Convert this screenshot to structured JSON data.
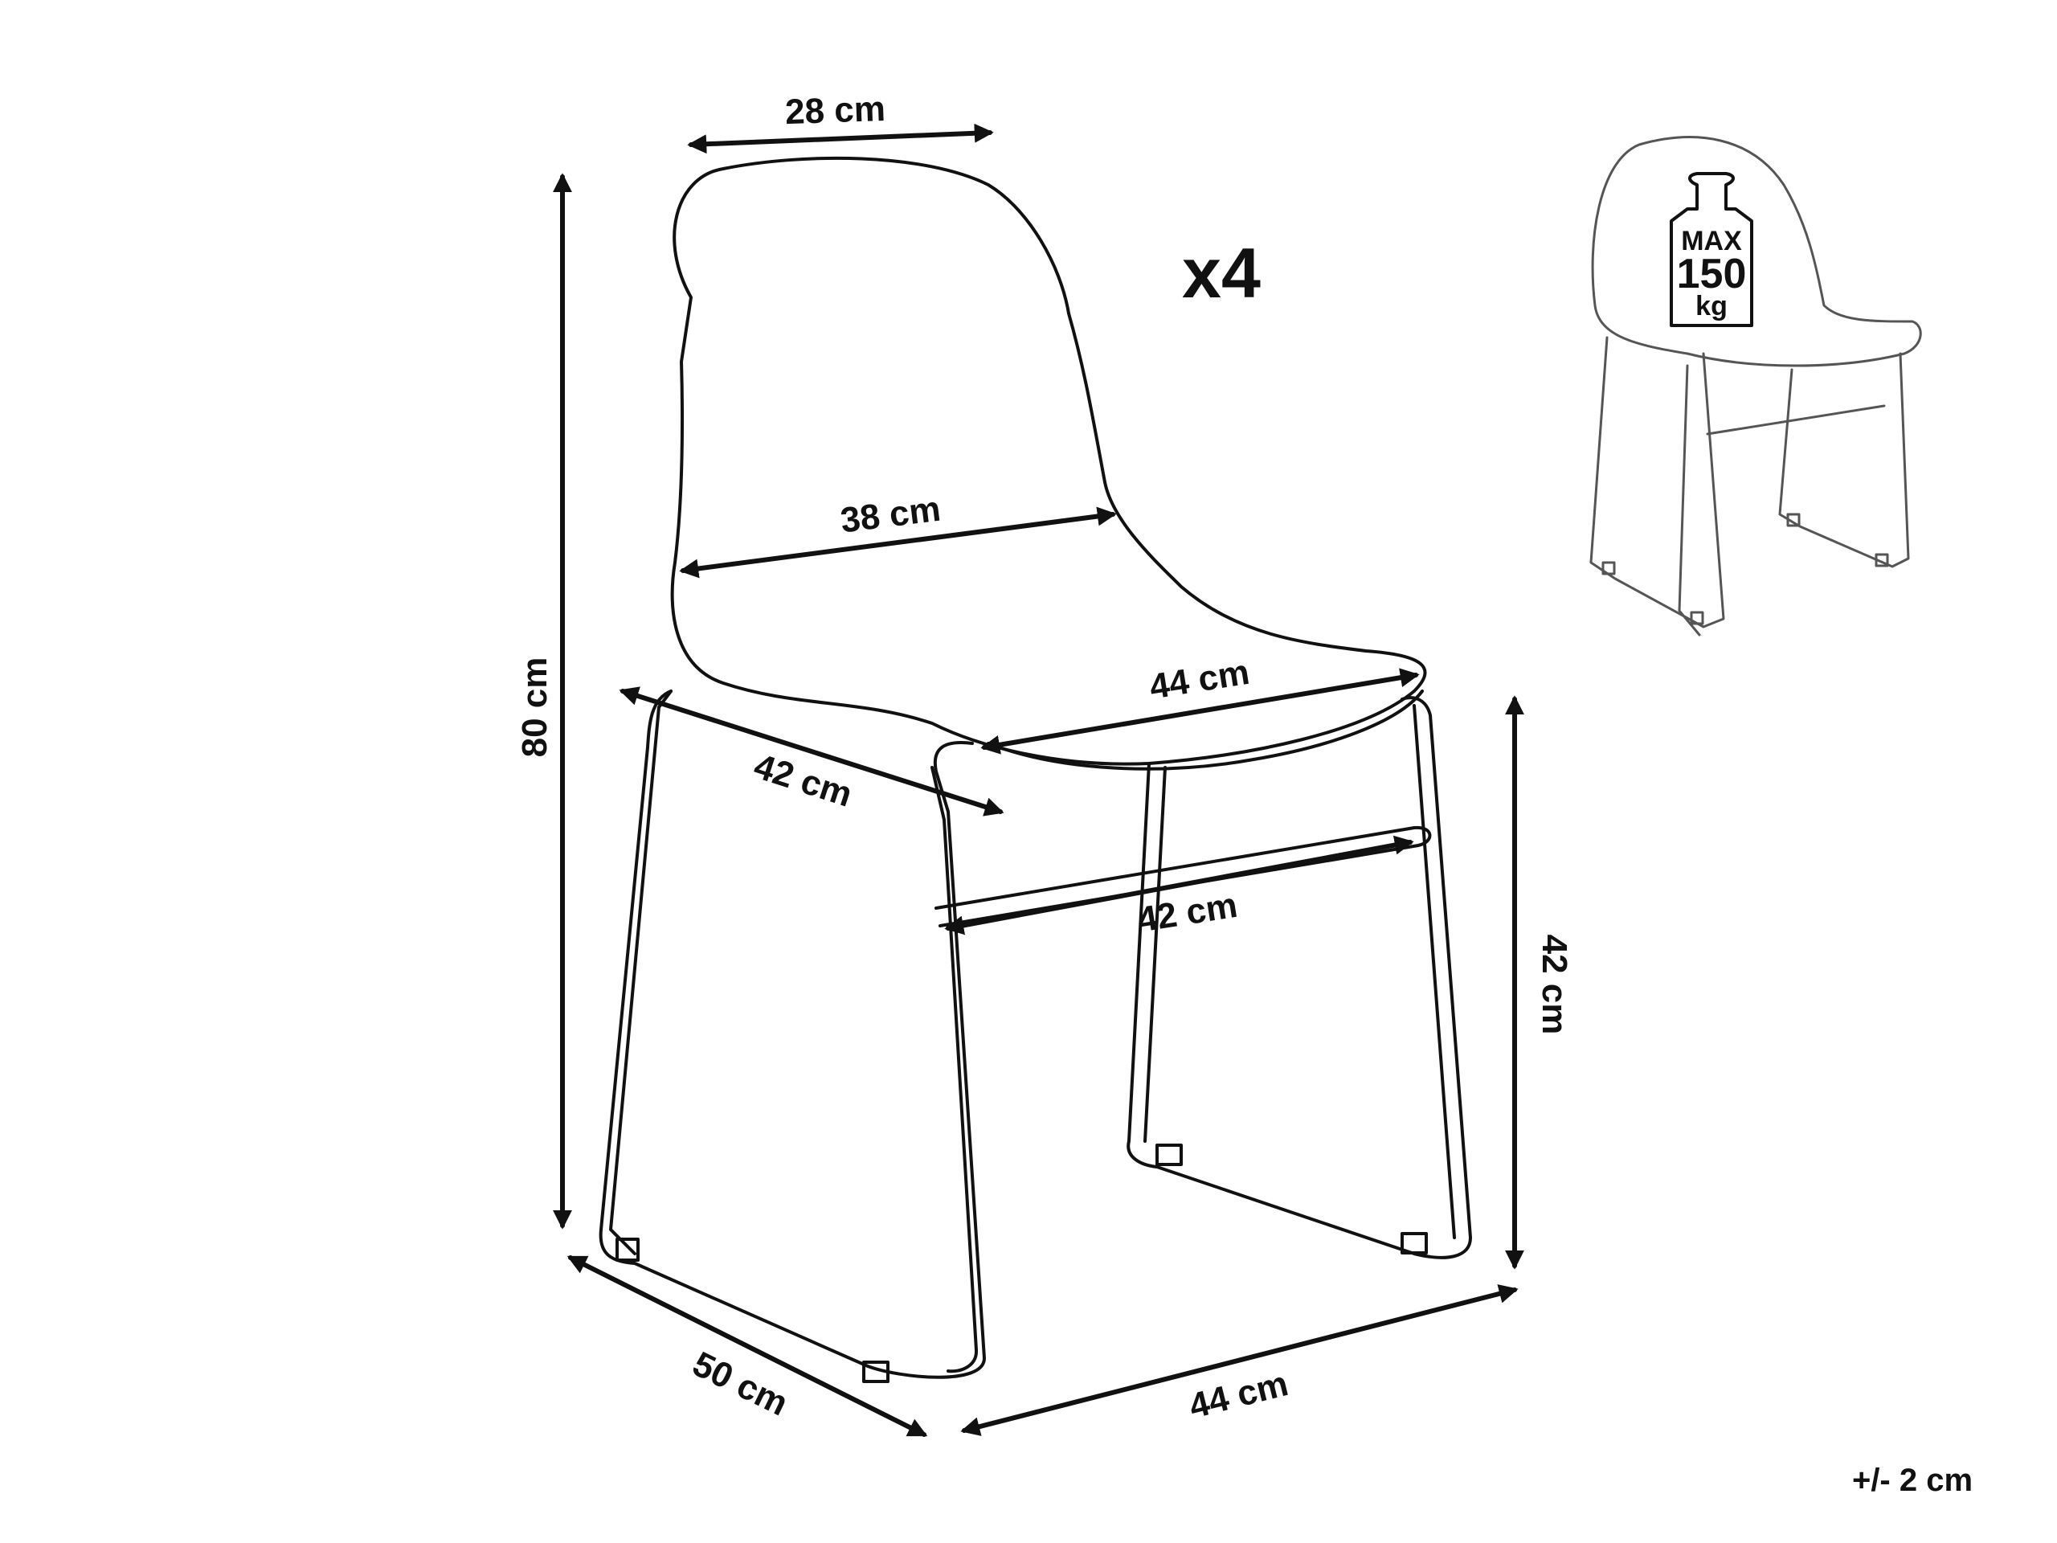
{
  "diagram": {
    "quantity_label": "x4",
    "tolerance_label": "+/- 2 cm",
    "dimensions": {
      "back_top_width": "28 cm",
      "back_width": "38 cm",
      "total_height": "80 cm",
      "seat_width": "44 cm",
      "seat_depth": "42 cm",
      "stretcher_width": "42 cm",
      "seat_height": "42 cm",
      "base_depth": "50 cm",
      "base_width": "44 cm"
    },
    "weight_badge": {
      "line1": "MAX",
      "line2": "150",
      "line3": "kg"
    }
  },
  "colors": {
    "line": "#111111",
    "thumb_line": "#555555",
    "weight_fill": "#ffffff"
  }
}
